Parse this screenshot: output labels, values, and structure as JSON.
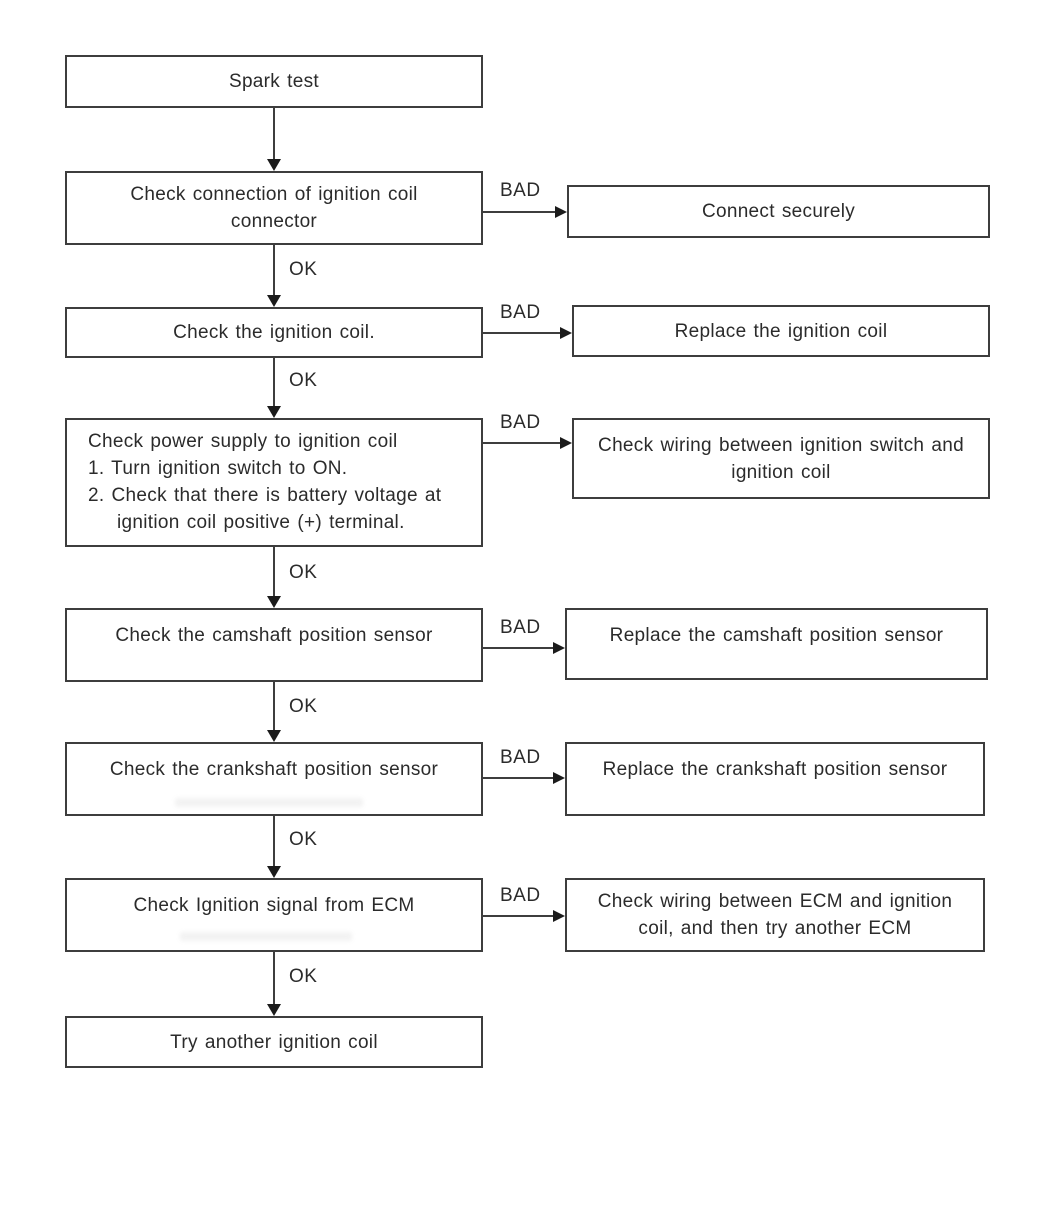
{
  "connector_labels": {
    "ok": "OK",
    "bad": "BAD"
  },
  "colors": {
    "background": "#ffffff",
    "box_border": "#3d3d3d",
    "line": "#3d3d3d",
    "text": "#2b2b2b"
  },
  "steps": [
    {
      "id": "spark-test",
      "lines": [
        "Spark test"
      ]
    },
    {
      "id": "check-connection",
      "lines": [
        "Check connection of ignition coil",
        "connector"
      ],
      "bad_action": {
        "id": "connect-securely",
        "lines": [
          "Connect securely"
        ]
      }
    },
    {
      "id": "check-ignition-coil",
      "lines": [
        "Check the ignition coil."
      ],
      "bad_action": {
        "id": "replace-ignition-coil",
        "lines": [
          "Replace the ignition coil"
        ]
      }
    },
    {
      "id": "check-power-supply",
      "lines": [
        "Check power supply to ignition coil",
        "1. Turn ignition switch to ON.",
        "2. Check that there is battery voltage at",
        "ignition coil positive (+) terminal."
      ],
      "bad_action": {
        "id": "check-wiring-switch",
        "lines": [
          "Check wiring between ignition switch and",
          "ignition coil"
        ]
      }
    },
    {
      "id": "check-camshaft-sensor",
      "lines": [
        "Check the camshaft position sensor"
      ],
      "bad_action": {
        "id": "replace-camshaft-sensor",
        "lines": [
          "Replace the camshaft position sensor"
        ]
      }
    },
    {
      "id": "check-crankshaft-sensor",
      "lines": [
        "Check the crankshaft position sensor"
      ],
      "bad_action": {
        "id": "replace-crankshaft-sensor",
        "lines": [
          "Replace the crankshaft position sensor"
        ]
      }
    },
    {
      "id": "check-ignition-signal-ecm",
      "lines": [
        "Check Ignition signal from ECM"
      ],
      "bad_action": {
        "id": "check-wiring-ecm",
        "lines": [
          "Check wiring between ECM and ignition",
          "coil, and then try another ECM"
        ]
      }
    },
    {
      "id": "try-another-ignition-coil",
      "lines": [
        "Try another ignition coil"
      ]
    }
  ]
}
